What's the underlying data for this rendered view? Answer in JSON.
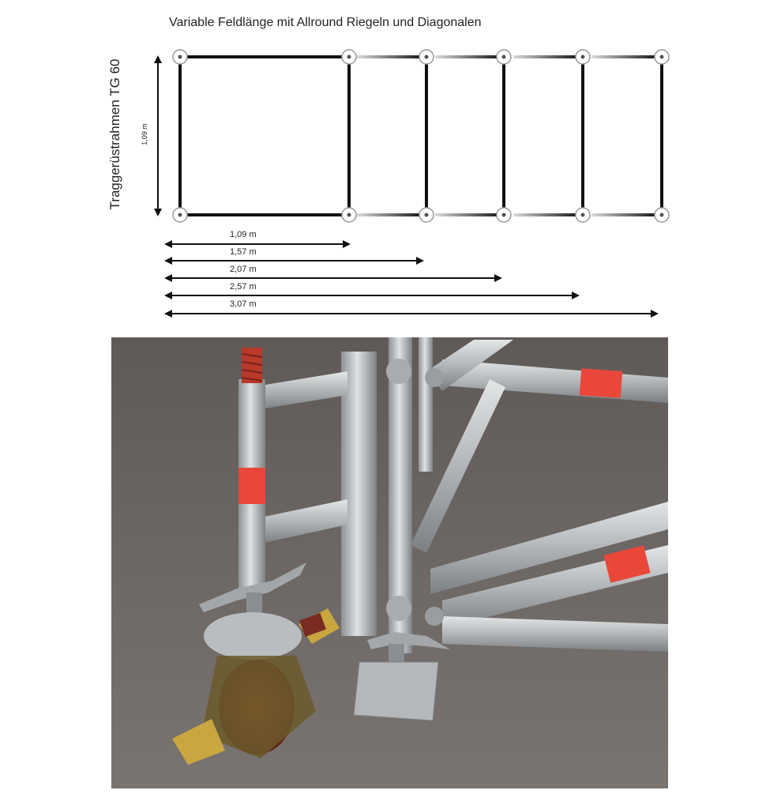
{
  "title": "Variable Feldlänge mit Allround Riegeln und Diagonalen",
  "vertical_label": "Traggerüstrahmen TG 60",
  "height_label": "1,09 m",
  "dimensions": [
    {
      "label": "1,09 m"
    },
    {
      "label": "1,57 m"
    },
    {
      "label": "2,07 m"
    },
    {
      "label": "2,57 m"
    },
    {
      "label": "3,07 m"
    }
  ],
  "photo": {
    "description_icons": [
      "scaffold-photo"
    ],
    "colors": {
      "floor": "#6f6966",
      "steel": "#b9bdbf",
      "label_red": "#e8473a",
      "plate_brass": "#c9a640",
      "wheel_red": "#8a2a1e"
    }
  }
}
